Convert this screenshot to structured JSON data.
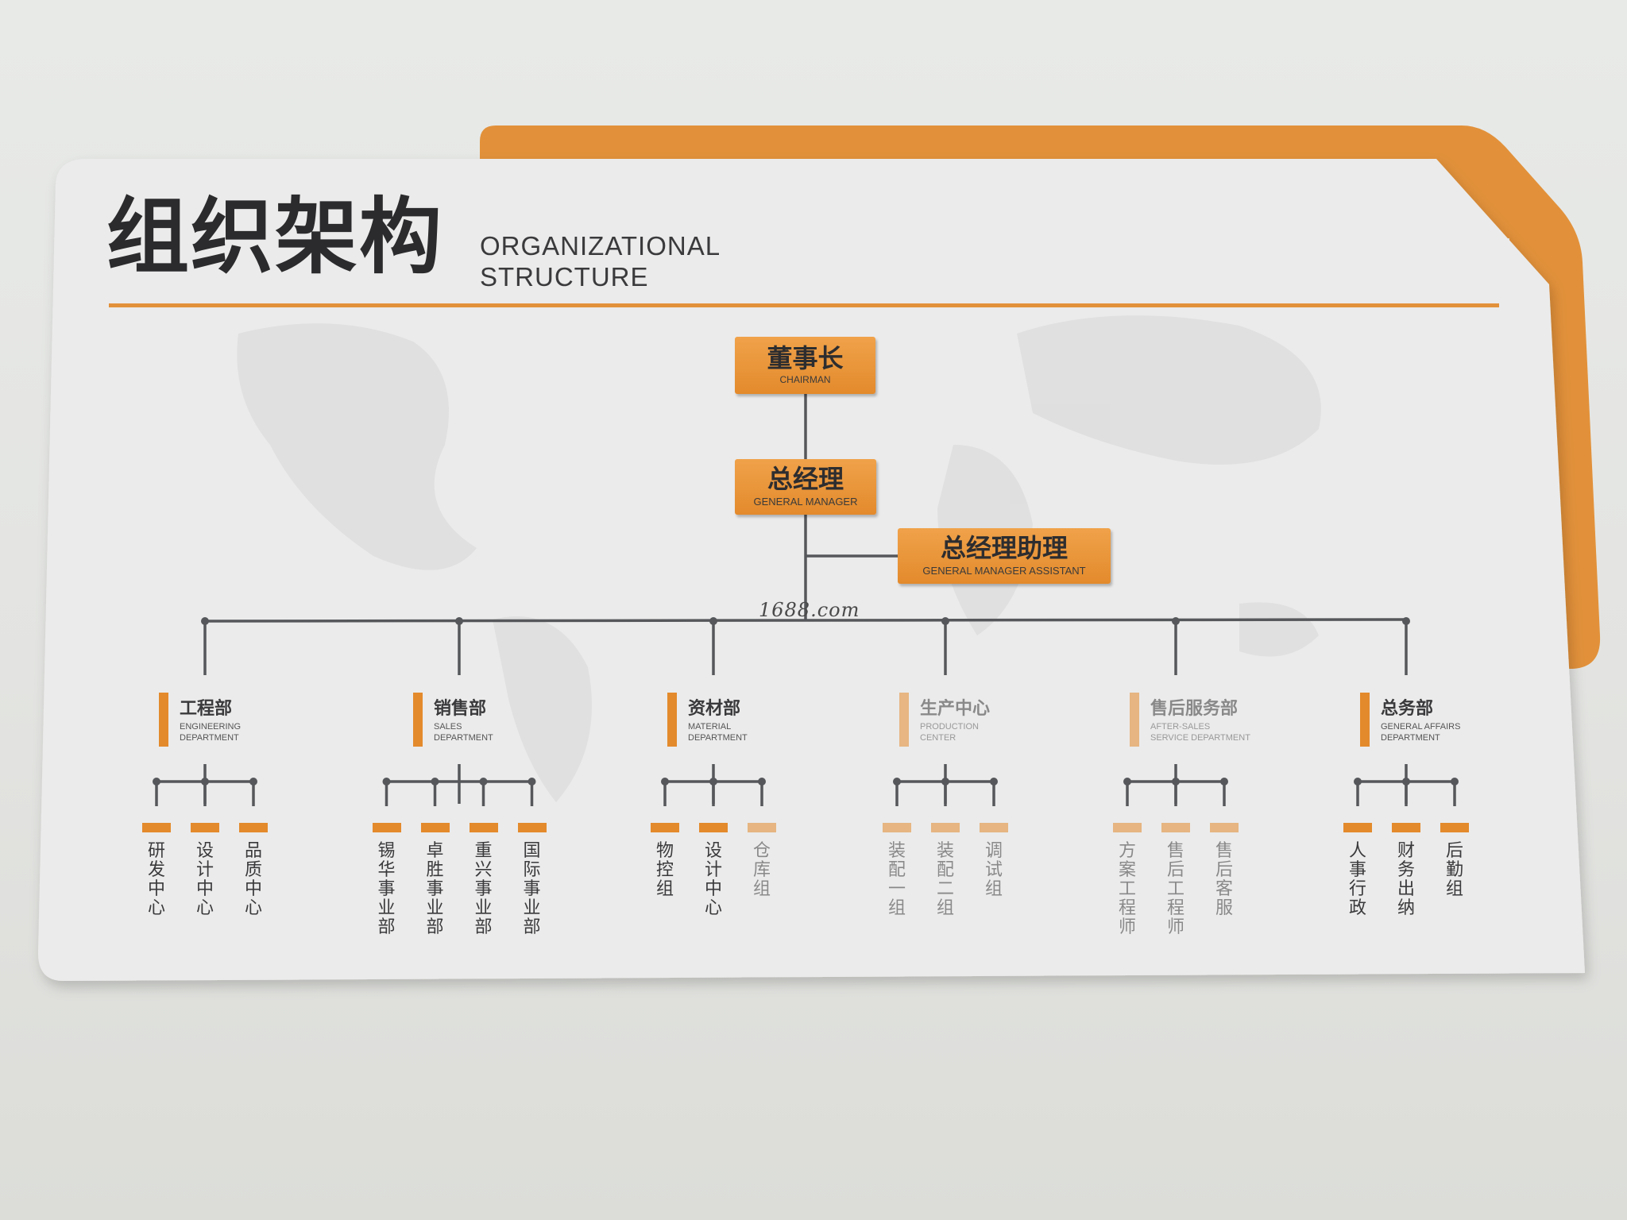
{
  "title": {
    "cn": "组织架构",
    "en_line1": "ORGANIZATIONAL",
    "en_line2": "STRUCTURE"
  },
  "watermark": "1688.com",
  "colors": {
    "accent": "#e38a2c",
    "board": "#ebebeb",
    "line": "#55575a",
    "text": "#2b2b2d"
  },
  "top": {
    "chairman": {
      "cn": "董事长",
      "en": "CHAIRMAN"
    },
    "gm": {
      "cn": "总经理",
      "en": "GENERAL MANAGER"
    },
    "assistant": {
      "cn": "总经理助理",
      "en": "GENERAL MANAGER ASSISTANT"
    }
  },
  "departments": [
    {
      "cn": "工程部",
      "en1": "ENGINEERING",
      "en2": "DEPARTMENT",
      "units": [
        "研发中心",
        "设计中心",
        "品质中心"
      ]
    },
    {
      "cn": "销售部",
      "en1": "SALES",
      "en2": "DEPARTMENT",
      "units": [
        "锡华事业部",
        "卓胜事业部",
        "重兴事业部",
        "国际事业部"
      ]
    },
    {
      "cn": "资材部",
      "en1": "MATERIAL",
      "en2": "DEPARTMENT",
      "units": [
        "物控组",
        "设计中心",
        "仓库组"
      ]
    },
    {
      "cn": "生产中心",
      "en1": "PRODUCTION",
      "en2": "CENTER",
      "units": [
        "装配一组",
        "装配二组",
        "调试组"
      ]
    },
    {
      "cn": "售后服务部",
      "en1": "AFTER-SALES",
      "en2": "SERVICE DEPARTMENT",
      "units": [
        "方案工程师",
        "售后工程师",
        "售后客服"
      ]
    },
    {
      "cn": "总务部",
      "en1": "GENERAL AFFAIRS",
      "en2": "DEPARTMENT",
      "units": [
        "人事行政",
        "财务出纳",
        "后勤组"
      ]
    }
  ]
}
